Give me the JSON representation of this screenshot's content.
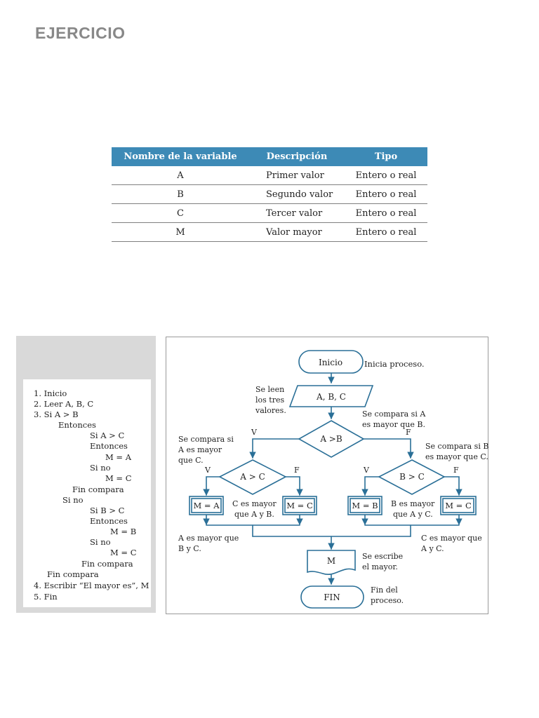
{
  "heading": "EJERCICIO",
  "table": {
    "headers": [
      "Nombre de la variable",
      "Descripción",
      "Tipo"
    ],
    "rows": [
      [
        "A",
        "Primer valor",
        "Entero o real"
      ],
      [
        "B",
        "Segundo valor",
        "Entero o real"
      ],
      [
        "C",
        "Tercer valor",
        "Entero o real"
      ],
      [
        "M",
        "Valor mayor",
        "Entero o real"
      ]
    ]
  },
  "algorithm": [
    "1.  Inicio",
    "2.  Leer A, B, C",
    "3.  Si A > B",
    "Entonces",
    "Si A > C",
    "Entonces",
    "M = A",
    "Si no",
    "M = C",
    "Fin compara",
    "Si no",
    "Si B > C",
    "Entonces",
    "M = B",
    "Si no",
    "M = C",
    "Fin compara",
    "Fin compara",
    "4.  Escribir “El mayor es”, M",
    "5.  Fin"
  ],
  "colors": {
    "flow": "#2a6f97",
    "table_header": "#3d8ab6",
    "panel": "#d9d9d9"
  },
  "flowchart": {
    "start": "Inicio",
    "start_note": "Inicia proceso.",
    "input": "A, B, C",
    "input_note": [
      "Se leen",
      "los tres",
      "valores."
    ],
    "cond_ab": "A >B",
    "cond_ab_note": [
      "Se compara si A",
      "es mayor que B."
    ],
    "cond_ac": "A  > C",
    "cond_ac_note": [
      "Se compara si",
      "A es mayor",
      "que C."
    ],
    "cond_bc": "B > C",
    "cond_bc_note": [
      "Se compara si B",
      "es mayor que C."
    ],
    "label_v": "V",
    "label_f": "F",
    "box_ma": "M = A",
    "box_mc1": "M = C",
    "box_mb": "M = B",
    "box_mc2": "M = C",
    "note_c_ab": [
      "C es mayor",
      "que A y B."
    ],
    "note_b_ac": [
      "B es mayor",
      "que A y C."
    ],
    "note_a_bc": [
      "A es  mayor que",
      "B y C."
    ],
    "note_c_abc": [
      "C  es  mayor  que",
      "A y C."
    ],
    "output": "M",
    "output_note": [
      "Se escribe",
      "el mayor."
    ],
    "end": "FIN",
    "end_note": [
      "Fin del",
      "proceso."
    ]
  }
}
